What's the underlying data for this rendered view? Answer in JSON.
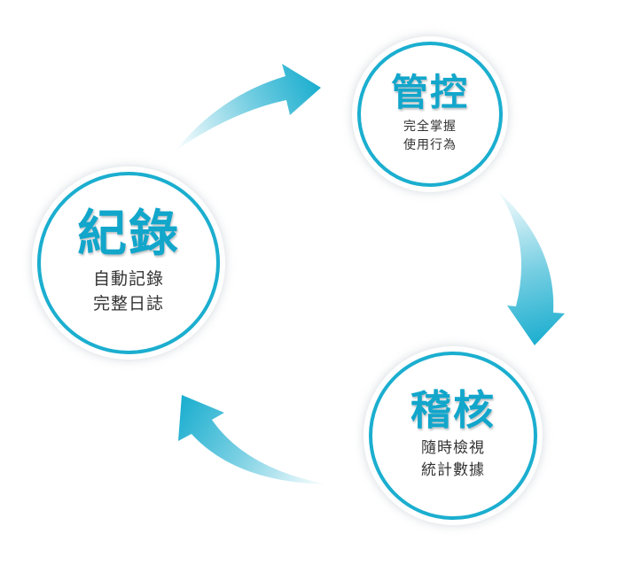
{
  "colors": {
    "accent": "#1baecf",
    "title_text": "#12a6cb",
    "body_text": "#333333"
  },
  "nodes": {
    "record": {
      "title": "紀錄",
      "lines": [
        "自動記錄",
        "完整日誌"
      ]
    },
    "control": {
      "title": "管控",
      "lines": [
        "完全掌握",
        "使用行為"
      ]
    },
    "audit": {
      "title": "稽核",
      "lines": [
        "隨時檢視",
        "統計數據"
      ]
    }
  }
}
